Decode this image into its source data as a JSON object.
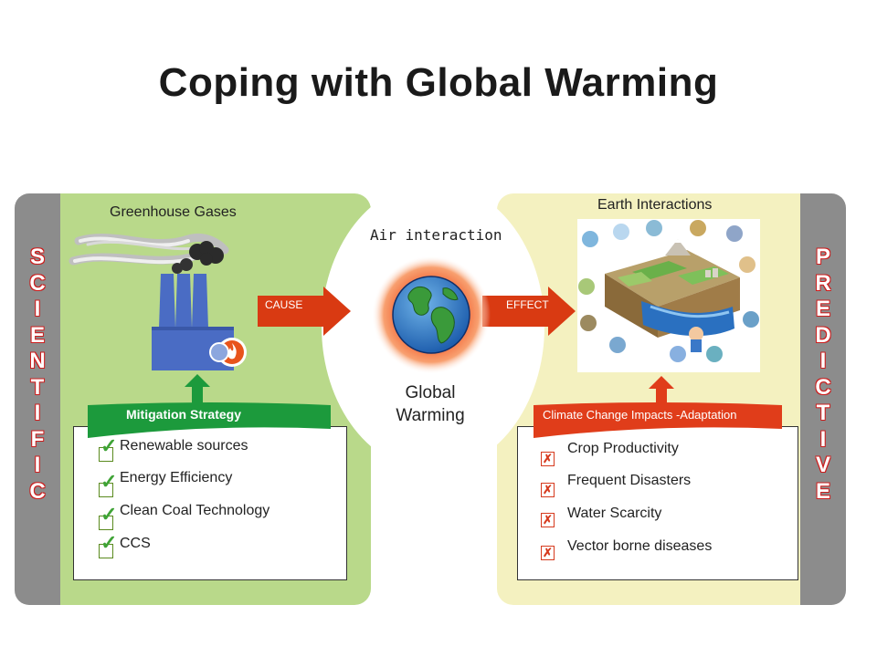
{
  "title": "Coping with Global Warming",
  "sides": {
    "left_letters": [
      "S",
      "C",
      "I",
      "E",
      "N",
      "T",
      "I",
      "F",
      "I",
      "C"
    ],
    "right_letters": [
      "P",
      "R",
      "E",
      "D",
      "I",
      "C",
      "T",
      "I",
      "V",
      "E"
    ]
  },
  "left_panel": {
    "heading": "Greenhouse Gases",
    "banner": "Mitigation Strategy",
    "items": [
      "Renewable sources",
      "Energy Efficiency",
      "Clean Coal Technology",
      "CCS"
    ]
  },
  "center": {
    "air_label": "Air interaction",
    "globe_label_line1": "Global",
    "globe_label_line2": "Warming",
    "cause_label": "CAUSE",
    "effect_label": "EFFECT"
  },
  "right_panel": {
    "heading": "Earth Interactions",
    "banner": "Climate Change Impacts -Adaptation",
    "items": [
      "Crop Productivity",
      "Frequent Disasters",
      "Water Scarcity",
      "Vector borne diseases"
    ]
  },
  "colors": {
    "left_panel_bg": "#b9d98a",
    "right_panel_bg": "#f4f1c0",
    "strip_gray": "#8c8c8c",
    "banner_green": "#1c9a3c",
    "banner_red": "#e03d1a",
    "arrow_red": "#d93a12",
    "letter_outline": "#cc1d1d"
  },
  "icons": {
    "factory": "factory-icon",
    "globe": "globe-icon",
    "check": "checkbox-tick-icon",
    "cross": "checkbox-cross-icon"
  }
}
